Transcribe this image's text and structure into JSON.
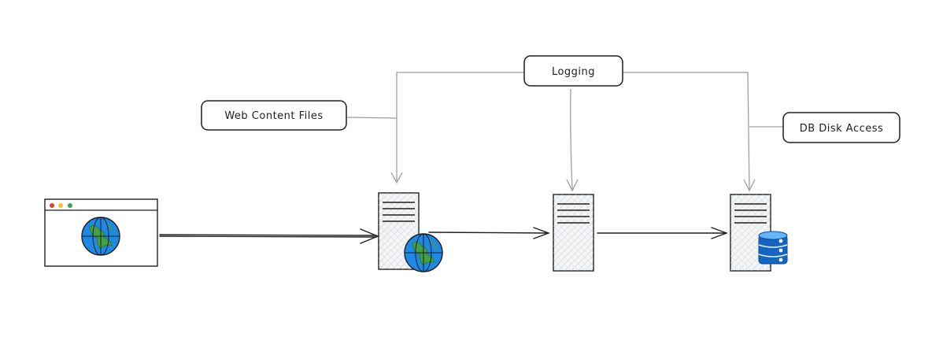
{
  "labels": {
    "logging": "Logging",
    "web_content_files": "Web Content Files",
    "db_disk_access": "DB Disk Access"
  },
  "colors": {
    "stroke": "#1e1e1e",
    "connector": "#9aa0a6",
    "server_fill": "#e9ecef",
    "globe_ocean": "#1e88e5",
    "globe_land": "#43a047",
    "db_blue": "#1565c0",
    "db_light": "#1e88e5",
    "dot_red": "#e53935",
    "dot_yellow": "#fbc02d",
    "dot_green": "#43a047"
  },
  "icons": {
    "browser": "browser-window-icon",
    "globe": "globe-icon",
    "server": "server-icon",
    "database": "database-icon"
  }
}
